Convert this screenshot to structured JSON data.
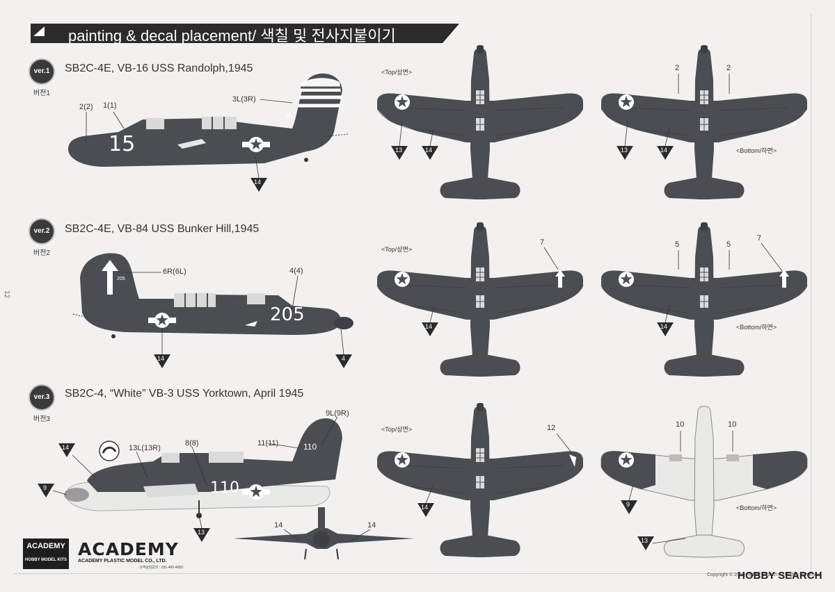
{
  "header": {
    "title": "painting & decal placement/ 색칠 및 전사지붙이기"
  },
  "page_number": "12",
  "view_labels": {
    "top": "<Top/상면>",
    "bottom": "<Bottom/하면>"
  },
  "versions": [
    {
      "badge": "ver.1",
      "sub": "버전1",
      "title": "SB2C-4E, VB-16 USS Randolph,1945",
      "callouts": {
        "side_a": "2(2)",
        "side_b": "1(1)",
        "side_c": "3L(3R)",
        "side_num": "14",
        "top_a": "13",
        "top_b": "14",
        "bot_a": "2",
        "bot_b": "2",
        "bot_c": "13",
        "bot_d": "14"
      },
      "nose_marking": "15",
      "tail_marking": "15"
    },
    {
      "badge": "ver.2",
      "sub": "버전2",
      "title": "SB2C-4E, VB-84 USS Bunker Hill,1945",
      "callouts": {
        "side_a": "6R(6L)",
        "side_b": "4(4)",
        "side_c": "14",
        "side_d": "4",
        "top_a": "7",
        "top_b": "14",
        "bot_a": "5",
        "bot_b": "5",
        "bot_c": "7",
        "bot_d": "14"
      },
      "nose_marking": "205",
      "tail_marking": "205"
    },
    {
      "badge": "ver.3",
      "sub": "버전3",
      "title": "SB2C-4, “White” VB-3 USS Yorktown, April 1945",
      "callouts": {
        "side_a": "9L(9R)",
        "side_b": "13L(13R)",
        "side_c": "8(8)",
        "side_d": "11(11)",
        "side_e": "14",
        "side_f": "9",
        "side_g": "13",
        "front_a": "14",
        "front_b": "14",
        "top_a": "12",
        "top_b": "14",
        "bot_a": "10",
        "bot_b": "10",
        "bot_c": "9",
        "bot_d": "13"
      },
      "nose_marking": "110",
      "tail_marking": "110"
    }
  ],
  "footer": {
    "brand": "ACADEMY",
    "brand_sub": "ACADEMY PLASTIC MODEL CO., LTD.",
    "brand_tel": "고객상담문의 : 031-460-4005",
    "logo_top": "ACADEMY",
    "logo_bottom": "HOBBY MODEL KITS",
    "copyright": "Copyright © 2019 Hobby Search All Rights Reserved",
    "watermark": "HOBBY SEARCH"
  },
  "colors": {
    "aircraft_dark": "#4a4d52",
    "aircraft_light": "#e9e9e6",
    "marking": "#ffffff",
    "banner": "#2b2b2b"
  }
}
